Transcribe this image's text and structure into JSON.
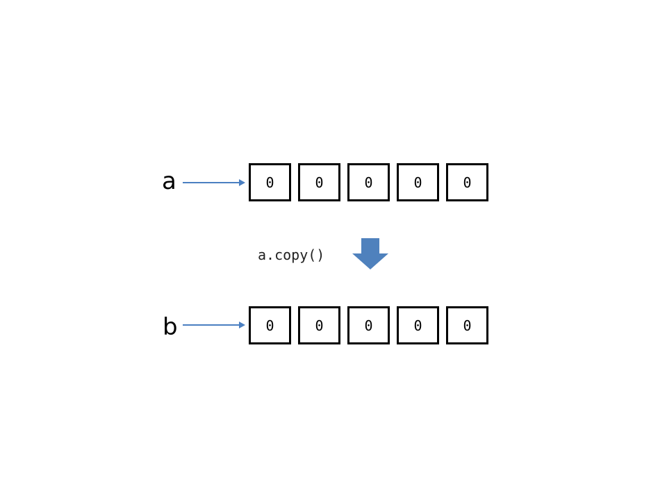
{
  "variables": {
    "a": {
      "name": "a",
      "cells": [
        "0",
        "0",
        "0",
        "0",
        "0"
      ]
    },
    "b": {
      "name": "b",
      "cells": [
        "0",
        "0",
        "0",
        "0",
        "0"
      ]
    }
  },
  "operation": "a.copy()",
  "colors": {
    "pointer": "#4a7fc1",
    "arrow": "#4f81bd",
    "cell_border": "#000000"
  },
  "icons": {
    "transform_arrow": "down-arrow-icon"
  }
}
